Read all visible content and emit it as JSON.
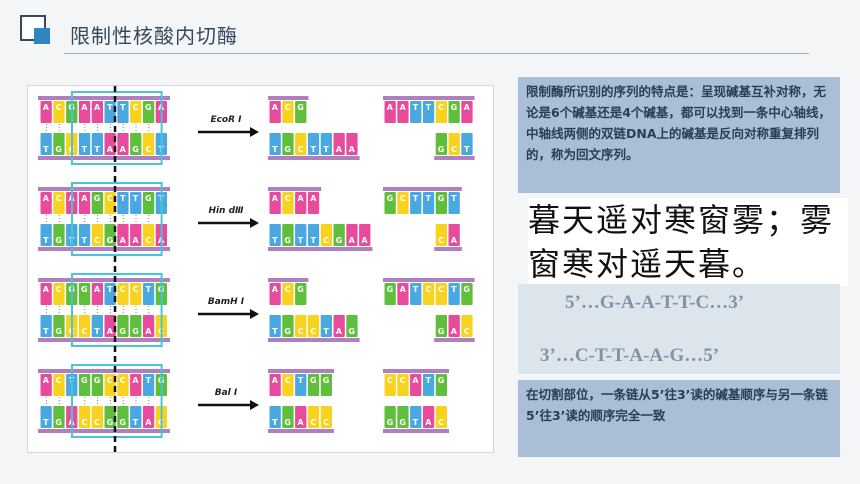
{
  "title": "限制性核酸内切酶",
  "enzymes": [
    "EcoR Ⅰ",
    "Hin dⅢ",
    "BamH Ⅰ",
    "Bal Ⅰ"
  ],
  "panel1": "限制酶所识别的序列的特点是：呈现碱基互补对称，无论是6个碱基还是4个碱基，都可以找到一条中心轴线，中轴线两侧的双链DNA上的碱基是反向对称重复排列的，称为回文序列。",
  "couplet": "暮天遥对寒窗雾；雾窗寒对遥天暮。",
  "seq1": "5’…G-A-A-T-T-C…3’",
  "seq2": "3’…C-T-T-A-A-G…5’",
  "panel3": "在切割部位，一条链从5’往3’读的碱基顺序与另一条链5’往3’读的顺序完全一致",
  "rows": [
    {
      "top": [
        "A",
        "C",
        "G",
        "A",
        "A",
        "T",
        "T",
        "C",
        "G",
        "A"
      ],
      "bot": [
        "T",
        "G",
        "C",
        "T",
        "T",
        "A",
        "A",
        "G",
        "C",
        "T"
      ],
      "cutTop": 3,
      "cutBot": 7
    },
    {
      "top": [
        "A",
        "C",
        "A",
        "A",
        "G",
        "C",
        "T",
        "T",
        "G",
        "T"
      ],
      "bot": [
        "T",
        "G",
        "T",
        "T",
        "C",
        "G",
        "A",
        "A",
        "C",
        "A"
      ],
      "cutTop": 4,
      "cutBot": 8
    },
    {
      "top": [
        "A",
        "C",
        "G",
        "G",
        "A",
        "T",
        "C",
        "C",
        "T",
        "G"
      ],
      "bot": [
        "T",
        "G",
        "C",
        "C",
        "T",
        "A",
        "G",
        "G",
        "A",
        "C"
      ],
      "cutTop": 3,
      "cutBot": 7
    },
    {
      "top": [
        "A",
        "C",
        "T",
        "G",
        "G",
        "C",
        "C",
        "A",
        "T",
        "G"
      ],
      "bot": [
        "T",
        "G",
        "A",
        "C",
        "C",
        "G",
        "G",
        "T",
        "A",
        "C"
      ],
      "cutTop": 5,
      "cutBot": 5
    }
  ],
  "colors": {
    "A": "#e84b9c",
    "C": "#f7d21f",
    "G": "#5fbf3c",
    "T": "#4aa8e0",
    "backbone": "#b07fc0",
    "frame": "#49c4d8"
  }
}
